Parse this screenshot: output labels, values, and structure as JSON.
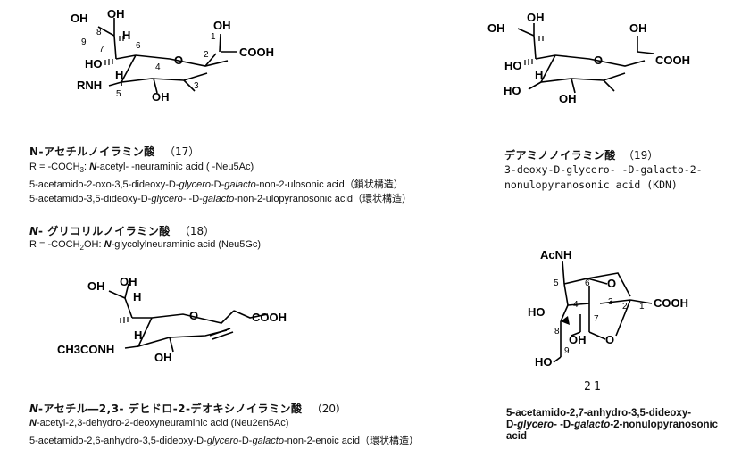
{
  "structure_17": {
    "atoms": {
      "oh_top_left": "OH",
      "oh_top_mid": "OH",
      "h_top": "H",
      "oh_anomeric": "OH",
      "cooh": "COOH",
      "ho_left": "HO",
      "h_mid": "H",
      "ring_o": "O",
      "rnh": "RNH",
      "oh_bottom": "OH"
    },
    "numbers": {
      "n1": "1",
      "n2": "2",
      "n3": "3",
      "n4": "4",
      "n5": "5",
      "n6": "6",
      "n7": "7",
      "n8": "8",
      "n9": "9"
    }
  },
  "compound_17": {
    "title": "N-アセチルノイラミン酸",
    "number": "（17）",
    "line1_prefix": "R = -COCH",
    "line1_sub": "3",
    "line1_mid": ": ",
    "line1_italic": "N",
    "line1_rest": "-acetyl-  -neuraminic acid ( -Neu5Ac)",
    "line2_a": "5-acetamido-2-oxo-3,5-dideoxy-D-",
    "line2_i1": "glycero",
    "line2_b": "-D-",
    "line2_i2": "galacto",
    "line2_c": "-non-2-ulosonic acid（鎖状構造）",
    "line3_a": "5-acetamido-3,5-dideoxy-D-",
    "line3_i1": "glycero",
    "line3_b": "-  -D-",
    "line3_i2": "galacto",
    "line3_c": "-non-2-ulopyranosonic acid（環状構造）"
  },
  "compound_18": {
    "title_italic": "N",
    "title": "-  グリコリルノイラミン酸",
    "number": "（18）",
    "line1_prefix": "R = -COCH",
    "line1_sub": "2",
    "line1_mid": "OH: ",
    "line1_italic": "N",
    "line1_rest": "-glycolylneuraminic acid (Neu5Gc)"
  },
  "structure_20": {
    "atoms": {
      "oh_a": "OH",
      "oh_b": "OH",
      "h_top": "H",
      "ring_o": "O",
      "cooh": "COOH",
      "h_mid": "H",
      "acnh": "CH3CONH",
      "oh_bottom": "OH"
    }
  },
  "compound_20": {
    "title_italic": "N",
    "title": "-アセチル―2,3-  デヒドロ-2-デオキシノイラミン酸",
    "number": "（20）",
    "line1_italic": "N",
    "line1_rest": "-acetyl-2,3-dehydro-2-deoxyneuraminic acid (Neu2en5Ac)",
    "line2_a": "5-acetamido-2,6-anhydro-3,5-dideoxy-D-",
    "line2_i1": "glycero",
    "line2_b": "-D-",
    "line2_i2": "galacto",
    "line2_c": "-non-2-enoic acid（環状構造）"
  },
  "structure_19": {
    "atoms": {
      "oh_a": "OH",
      "oh_b": "OH",
      "oh_anomeric": "OH",
      "ho_left": "HO",
      "h_mid": "H",
      "ring_o": "O",
      "cooh": "COOH",
      "ho_bottom": "HO",
      "oh_bottom": "OH"
    }
  },
  "compound_19": {
    "title": "デアミノノイラミン酸",
    "number": "（19）",
    "line1": "3-deoxy-D-glycero-  -D-galacto-2-",
    "line2": "nonulopyranosonic  acid  (KDN)"
  },
  "structure_21": {
    "atoms": {
      "acnh": "AcNH",
      "o_top": "O",
      "cooh": "COOH",
      "ho": "HO",
      "oh": "OH",
      "o_bottom": "O",
      "ho_bottom": "HO"
    },
    "numbers": {
      "n1": "1",
      "n2": "2",
      "n3": "3",
      "n4": "4",
      "n5": "5",
      "n6": "6",
      "n7": "7",
      "n8": "8",
      "n9": "9"
    },
    "label": "21"
  },
  "compound_21": {
    "line1": "5-acetamido-2,7-anhydro-3,5-dideoxy-",
    "line2_a": "D-",
    "line2_i": "glycero",
    "line2_b": "-  -D-",
    "line2_i2": "galacto",
    "line2_c": "-2-nonulopyranosonic",
    "line3": "acid"
  }
}
